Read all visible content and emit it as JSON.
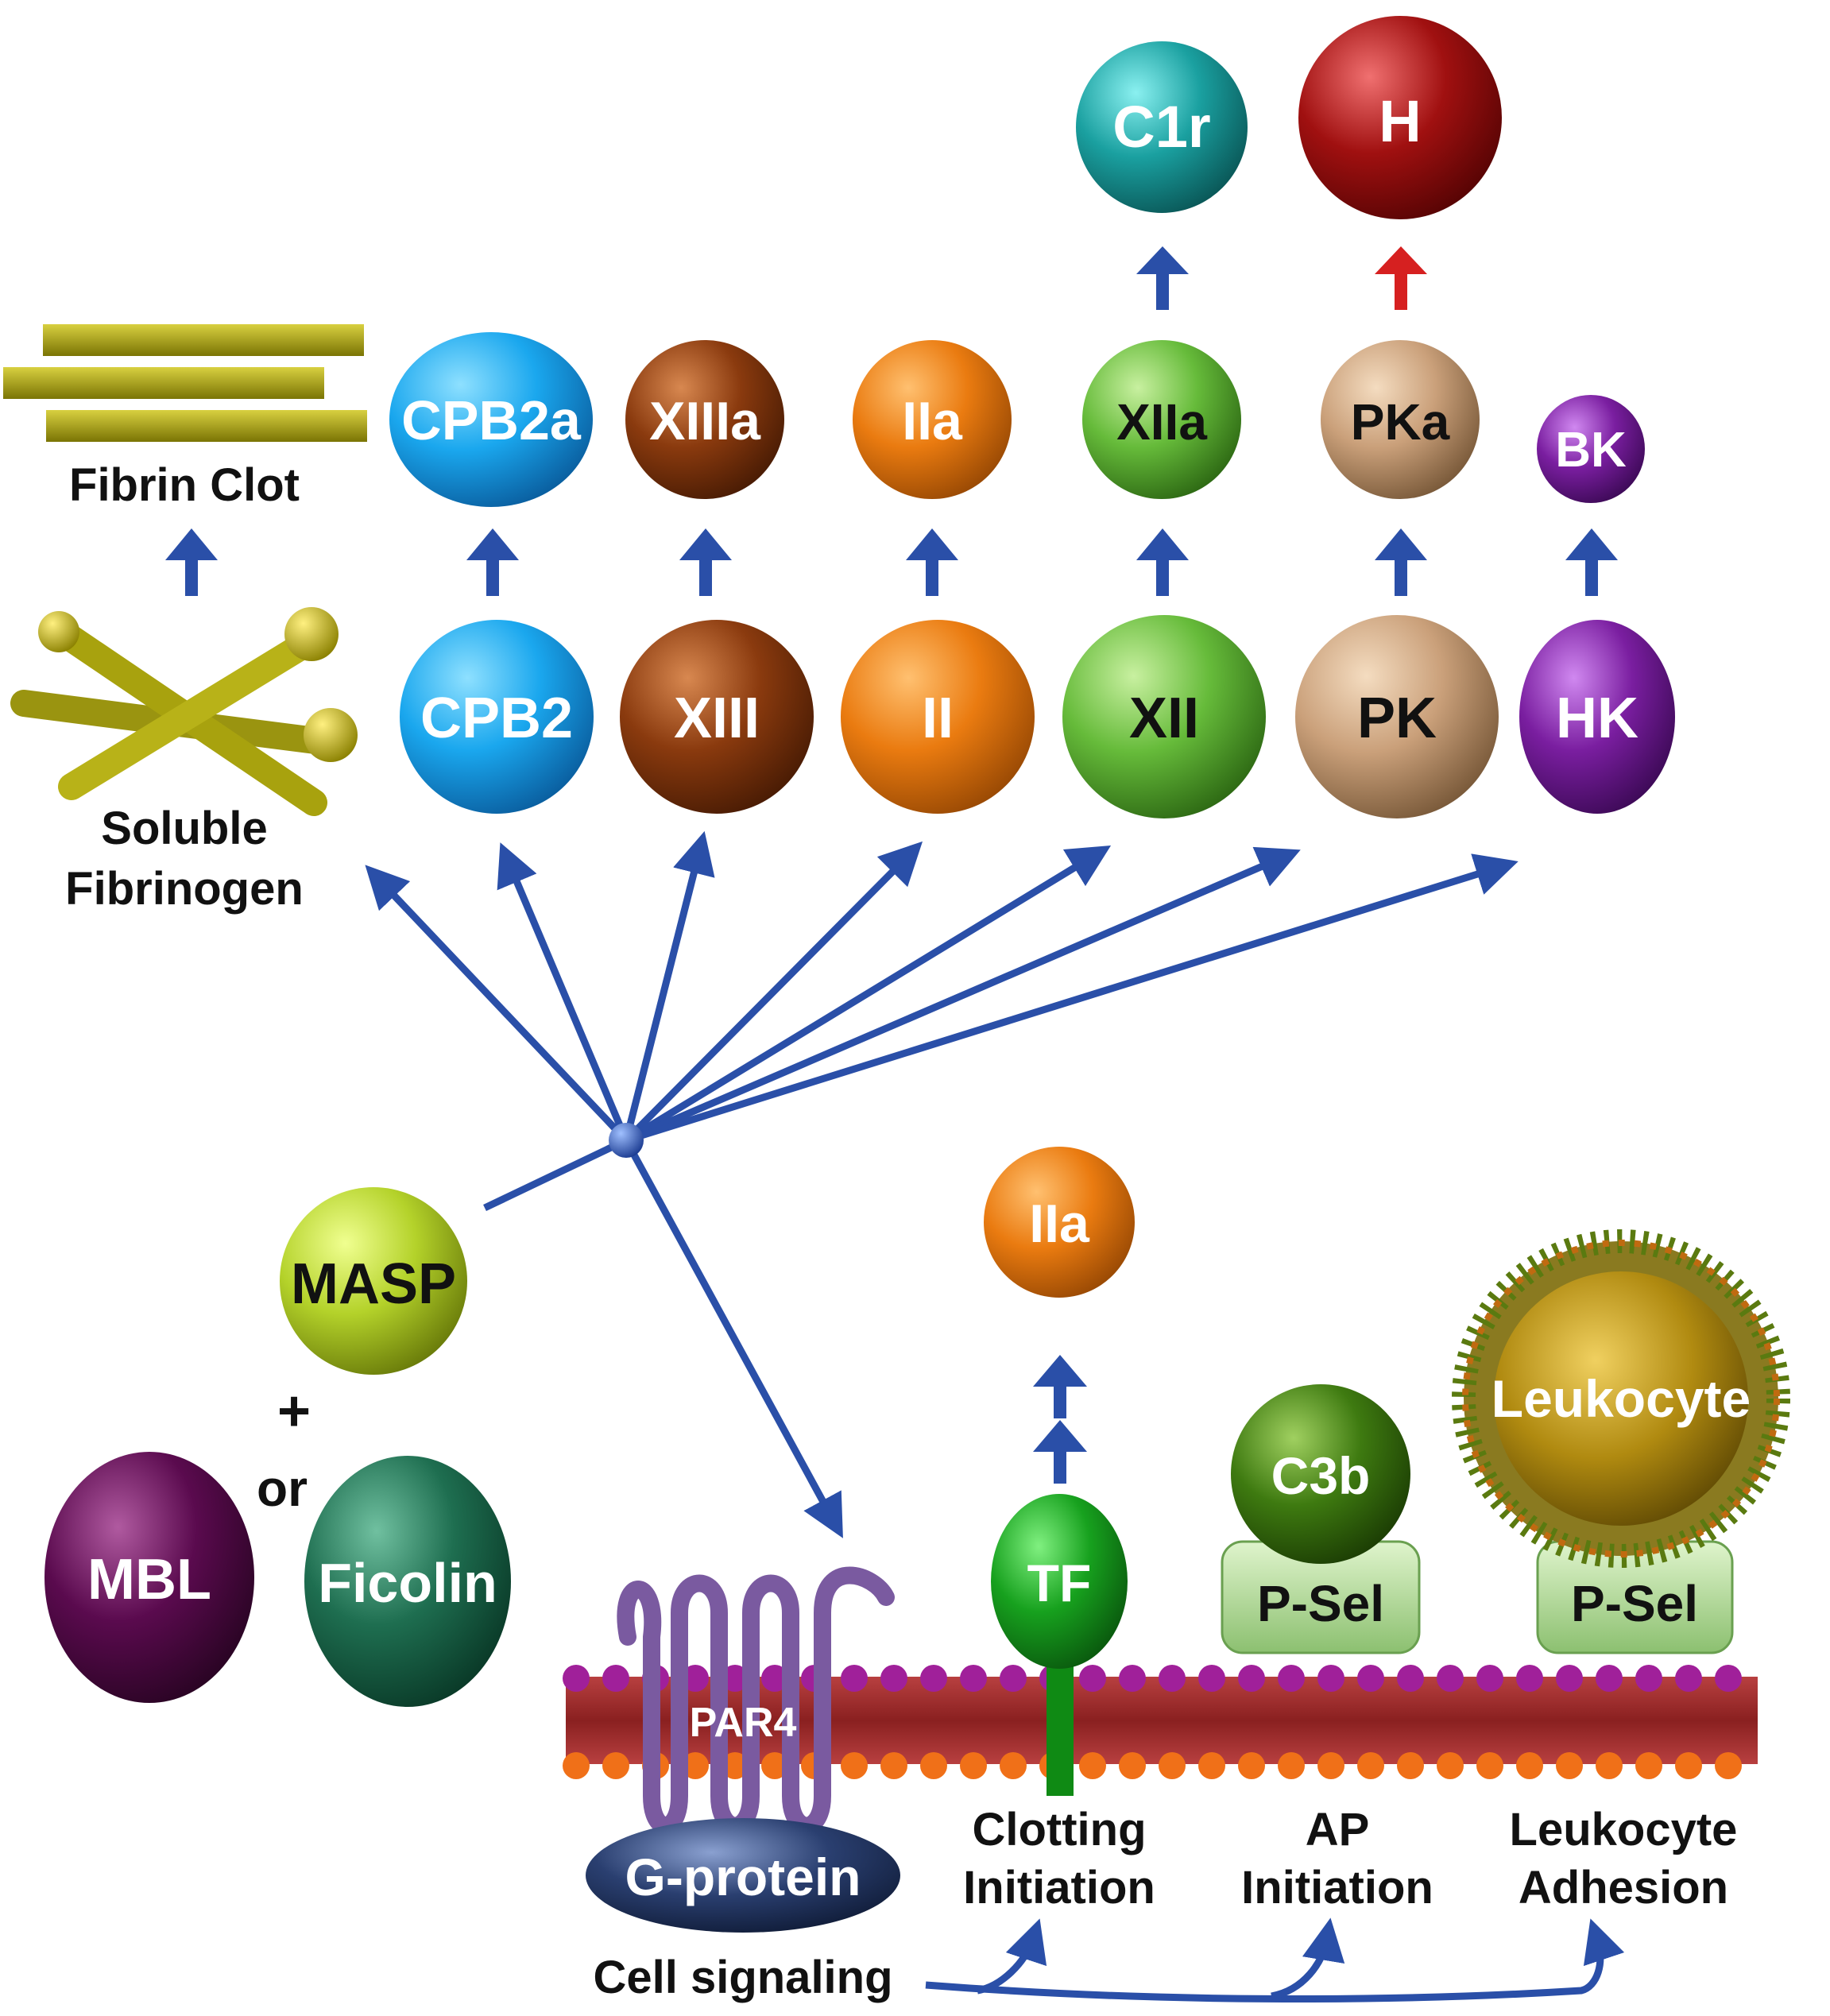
{
  "labels": {
    "fibrin_clot": "Fibrin Clot",
    "soluble_1": "Soluble",
    "soluble_2": "Fibrinogen",
    "plus": "+",
    "or": "or",
    "par4": "PAR4",
    "gprotein": "G-protein",
    "cell_signaling": "Cell signaling",
    "clotting_1": "Clotting",
    "clotting_2": "Initiation",
    "ap_1": "AP",
    "ap_2": "Initiation",
    "leuk_adh_1": "Leukocyte",
    "leuk_adh_2": "Adhesion"
  },
  "nodes": {
    "c1r": "C1r",
    "h": "H",
    "cpb2a": "CPB2a",
    "xiiia": "XIIIa",
    "iia": "IIa",
    "xiia": "XIIa",
    "pka": "PKa",
    "bk": "BK",
    "cpb2": "CPB2",
    "xiii": "XIII",
    "ii": "II",
    "xii": "XII",
    "pk": "PK",
    "hk": "HK",
    "masp": "MASP",
    "mbl": "MBL",
    "ficolin": "Ficolin",
    "iia_low": "IIa",
    "tf": "TF",
    "c3b": "C3b",
    "psel1": "P-Sel",
    "psel2": "P-Sel",
    "leukocyte": "Leukocyte"
  },
  "colors": {
    "arrow": "#2a4fa8",
    "red_arrow": "#d62020",
    "fibrin": "#a8a20e",
    "cpb2": "#1aa7ee",
    "xiii": "#8a3a0e",
    "ii": "#ea7b10",
    "xii": "#66bb3a",
    "pk": "#caa07a",
    "hk": "#7a1ea0",
    "c1r": "#1aa0a0",
    "h": "#a01010",
    "masp": "#b4d22a",
    "mbl": "#5a0a4e",
    "ficolin": "#1e6e50",
    "tf": "#17a11e",
    "c3b": "#3e7a10",
    "psel": "#b8e0a0",
    "leukocyte": "#b08a10",
    "membrane": "#a0282a",
    "gprotein": "#2a3f70"
  }
}
